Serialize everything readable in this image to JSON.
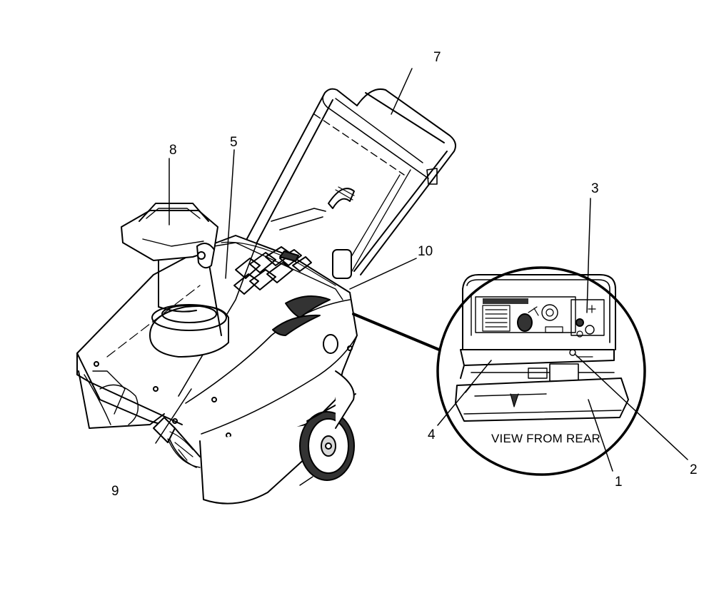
{
  "diagram": {
    "callouts": [
      {
        "id": "1",
        "label": "1"
      },
      {
        "id": "2",
        "label": "2"
      },
      {
        "id": "3",
        "label": "3"
      },
      {
        "id": "4",
        "label": "4"
      },
      {
        "id": "5",
        "label": "5"
      },
      {
        "id": "7",
        "label": "7"
      },
      {
        "id": "8",
        "label": "8"
      },
      {
        "id": "9",
        "label": "9"
      },
      {
        "id": "10",
        "label": "10"
      }
    ],
    "inset_caption": "VIEW FROM REAR"
  },
  "colors": {
    "ink": "#000000",
    "paper": "#ffffff",
    "shade": "#d8d8d8",
    "dark": "#333333"
  }
}
